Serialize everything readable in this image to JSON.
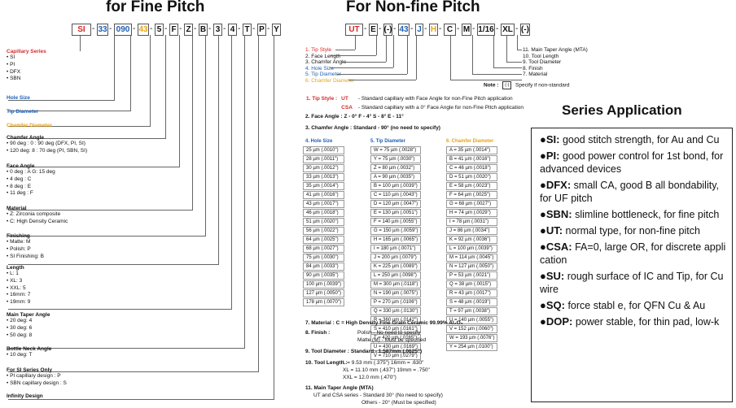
{
  "fine": {
    "title": "for Fine Pitch",
    "code": [
      {
        "t": "SI",
        "c": "red"
      },
      {
        "t": "33",
        "c": "blue"
      },
      {
        "t": "090",
        "c": "blue"
      },
      {
        "t": "43",
        "c": "orange"
      },
      {
        "t": "5",
        "c": "k"
      },
      {
        "t": "F",
        "c": "k"
      },
      {
        "t": "Z",
        "c": "k"
      },
      {
        "t": "B",
        "c": "k"
      },
      {
        "t": "3",
        "c": "k"
      },
      {
        "t": "4",
        "c": "k"
      },
      {
        "t": "T",
        "c": "k"
      },
      {
        "t": "P",
        "c": "k"
      },
      {
        "t": "Y",
        "c": "k"
      }
    ],
    "capillary_series": {
      "title": "Capillary Series",
      "items": [
        "SI",
        "PI",
        "DFX",
        "SBN"
      ]
    },
    "hole_size": "Hole Size",
    "tip_diameter": "Tip Diameter",
    "chamfer_diameter": "Chamfer Diameter",
    "chamfer_angle": {
      "title": "Chamfer Angle",
      "items": [
        "90 deg : 0       :         90 deg (DFX, PI, SI)",
        "120 deg: 8       :         70 deg (PI, SBN, SI)"
      ]
    },
    "face_angle": {
      "title": "Face Angle",
      "items": [
        "0 deg :  A       G:        15 deg",
        "4 deg :  C",
        "8 deg :  E",
        "11 deg :  F"
      ]
    },
    "material": {
      "title": "Material",
      "items": [
        "Z:  Zirconia composite",
        "C:  High Density Ceramic"
      ]
    },
    "finishing": {
      "title": "Finishing",
      "items": [
        "Matte: M",
        "Polish:  P",
        "SI Finishing: B"
      ]
    },
    "length": {
      "title": "Length",
      "items": [
        "L:       1",
        "XL:      3",
        "XXL:     5",
        "16mm:    7",
        "19mm:    9"
      ]
    },
    "main_taper": {
      "title": "Main Taper Angle",
      "items": [
        "20 deg: 4",
        "30 deg: 6",
        "50 deg: 8"
      ]
    },
    "bottle_neck": {
      "title": "Bottle Neck Angle",
      "items": [
        "10 deg: T"
      ]
    },
    "si_series": {
      "title": "For SI Series Only",
      "items": [
        "PI capillary design : P",
        "SBN capillary design : S"
      ]
    },
    "infinity": "Infinity Design"
  },
  "nonfine": {
    "title": "For Non-fine Pitch",
    "code": [
      {
        "t": "UT",
        "c": "red"
      },
      {
        "t": "E",
        "c": "k"
      },
      {
        "t": "(-)",
        "c": "k"
      },
      {
        "t": "43",
        "c": "blue"
      },
      {
        "t": "J",
        "c": "blue"
      },
      {
        "t": "H",
        "c": "orange"
      },
      {
        "t": "C",
        "c": "k"
      },
      {
        "t": "M",
        "c": "k"
      },
      {
        "t": "1/16",
        "c": "k"
      },
      {
        "t": "XL",
        "c": "k"
      },
      {
        "t": "(-)",
        "c": "k"
      }
    ],
    "legend_left": [
      {
        "t": "1.  Tip Style",
        "c": "red"
      },
      {
        "t": "2.  Face Length",
        "c": "k"
      },
      {
        "t": "3.  Chamfer Angle",
        "c": "k"
      },
      {
        "t": "4.  Hole Size",
        "c": "blue"
      },
      {
        "t": "5.  Tip Diameter",
        "c": "blue"
      },
      {
        "t": "6.  Chamfer Diameter",
        "c": "orange"
      }
    ],
    "legend_right": [
      "11. Main Taper Angle (MTA)",
      "10.  Tool Length",
      "9.  Tool Diameter",
      "8.  Finish",
      "7.  Material"
    ],
    "note": "Note :",
    "note_text": "Specify if non-standard",
    "tip_style_label": "1.   Tip Style :",
    "tip_style": [
      {
        "code": "UT",
        "desc": "-  Standard capillary with Face Angle for non-Fine Pitch application"
      },
      {
        "code": "CSA",
        "desc": "-  Standard capillary with a 0° Face Angle for non-Fine Pitch application"
      }
    ],
    "face_angle": "2.   Face Angle :  Z - 0°          F - 4°           S - 8°          E - 11°",
    "chamfer_angle": "3.   Chamfer Angle :  Standard - 90° (no need to specify)",
    "col4": {
      "title": "4.     Hole Size",
      "rows": [
        "25 µm (.0010\")",
        "28 µm (.0011\")",
        "30 µm (.0012\")",
        "33 µm (.0013\")",
        "35 µm (.0014\")",
        "41 µm (.0016\")",
        "43 µm (.0017\")",
        "46 µm (.0018\")",
        "51 µm (.0020\")",
        "56 µm (.0022\")",
        "64 µm (.0025\")",
        "68 µm (.0027\")",
        "75 µm (.0030\")",
        "84 µm (.0033\")",
        "90 µm (.0035\")",
        "100 µm (.0039\")",
        "127 µm (.0050\")",
        "178 µm (.0070\")"
      ]
    },
    "col5": {
      "title": "5.     Tip Diameter",
      "rows": [
        "W =  75 µm (.0028\")",
        "Y =  75 µm (.0030\")",
        "Z =  80 µm (.0032\")",
        "A =  90 µm (.0035\")",
        "B = 100 µm (.0039\")",
        "C = 110 µm (.0043\")",
        "D = 120 µm (.0047\")",
        "E = 130 µm (.0051\")",
        "F = 140 µm (.0055\")",
        "G = 150 µm (.0059\")",
        "H = 165 µm (.0065\")",
        "I = 180 µm (.0071\")",
        "J = 200 µm (.0079\")",
        "K = 225 µm (.0089\")",
        "L = 250 µm (.0098\")",
        "M = 300 µm (.0118\")",
        "N = 190 µm (.0075\")",
        "P = 270 µm (.0106\")",
        "Q = 330 µm (.0130\")",
        "R = 360 µm (.0142\")",
        "S = 410 µm (.0161\")",
        "T = 420 µm (.0165\")",
        "U = 430 µm (.0169\")",
        "V = 710 µm (.0279\")"
      ]
    },
    "col6": {
      "title": "6.     Chamfer Diameter",
      "rows": [
        "A =  35 µm (.0014\")",
        "B =  41 µm (.0016\")",
        "C =  46 µm (.0018\")",
        "D =  51 µm (.0020\")",
        "E =  58 µm (.0023\")",
        "F =  64 µm (.0025\")",
        "G =  68 µm (.0027\")",
        "H =  74 µm (.0029\")",
        "I =  78 µm (.0031\")",
        "J =  86 µm (.0034\")",
        "K =  92 µm (.0036\")",
        "L = 100 µm (.0039\")",
        "M = 114 µm (.0045\")",
        "N = 127 µm (.0050\")",
        "P =  53 µm (.0021\")",
        "Q =  38 µm (.0015\")",
        "R =  43 µm (.0017\")",
        "S =  48 µm (.0019\")",
        "T =  97 µm (.0038\")",
        "U = 140 µm (.0055\")",
        "V = 152 µm (.0060\")",
        "W = 193 µm (.0076\")",
        "Y = 254 µm (.0100\")"
      ]
    },
    "material": "7.     Material :          C = High Density Fine Grain Ceramic 99.99% Al₂O₃",
    "finish_label": "8.     Finish :",
    "finish": [
      "Polish    -  No need to specify",
      "Matte (M) -  Must be specified"
    ],
    "tool_diameter": "9.     Tool Diameter :          Standard - 1.587mm (.0625\")",
    "tool_length_label": "10.   Tool Length :",
    "tool_length": [
      "L      =    9.53 mm (.375\")          16mm = .630\"",
      "XL    =  11.10 mm (.437\")          19mm = .750\"",
      "XXL  =  12.0 mm    (.470\")"
    ],
    "mta_label": "11.   Main Taper Angle (MTA)",
    "mta": [
      "UT and CSA series -  Standard 30° (No need to specify)",
      "Others -  20° (Must be specified)"
    ]
  },
  "series_app": {
    "title": "Series Application",
    "items": [
      {
        "k": "SI:",
        "v": " good stitch strength, for Au and Cu"
      },
      {
        "k": "PI:",
        "v": " good power control for 1st bond, for advanced devices"
      },
      {
        "k": "DFX:",
        "v": " small CA, good B all bondability, for UF pitch"
      },
      {
        "k": "SBN:",
        "v": " slimline bottleneck, for fine pitch"
      },
      {
        "k": "UT:",
        "v": " normal type, for non-fine pitch"
      },
      {
        "k": "CSA:",
        "v": " FA=0, large OR, for discrete appli cation"
      },
      {
        "k": "SU:",
        "v": " rough surface of IC and Tip, for Cu wire"
      },
      {
        "k": "SQ:",
        "v": " force stabl e, for QFN Cu & Au"
      },
      {
        "k": "DOP:",
        "v": " power stable, for thin pad, low-k"
      }
    ]
  }
}
